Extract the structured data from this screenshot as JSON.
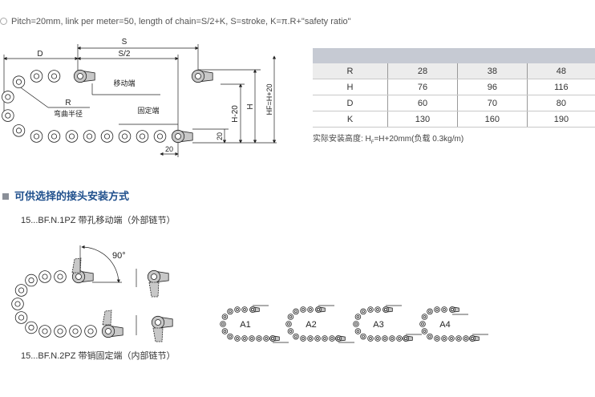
{
  "intro": "Pitch=20mm, link per meter=50, length of chain=S/2+K, S=stroke, K=π.R+\"safety ratio\"",
  "diagram_top": {
    "labels": {
      "S": "S",
      "S2": "S/2",
      "D": "D",
      "R": "R",
      "bend": "弯曲半径",
      "moving": "移动端",
      "fixed": "固定端",
      "h20": "H-20",
      "h": "H",
      "hf": "HF=H+20",
      "v20": "20",
      "h20b": "20"
    }
  },
  "table": {
    "rows": [
      {
        "label": "R",
        "values": [
          "28",
          "38",
          "48"
        ]
      },
      {
        "label": "H",
        "values": [
          "76",
          "96",
          "116"
        ]
      },
      {
        "label": "D",
        "values": [
          "60",
          "70",
          "80"
        ]
      },
      {
        "label": "K",
        "values": [
          "130",
          "160",
          "190"
        ]
      }
    ],
    "note_prefix": "实际安装高度: H",
    "note_sub": "F",
    "note_suffix": "=H+20mm(负载 0.3kg/m)"
  },
  "section": {
    "title": "可供选择的接头安装方式",
    "caption1": "15...BF.N.1PZ 带孔移动端（外部链节）",
    "caption2": "15...BF.N.2PZ 带销固定端（内部链节）",
    "angle": "90°",
    "variants": [
      "A1",
      "A2",
      "A3",
      "A4"
    ]
  },
  "colors": {
    "heading": "#1f4f8c",
    "table_header": "#c6cad3",
    "tab_gray": "#c8c8c8"
  }
}
